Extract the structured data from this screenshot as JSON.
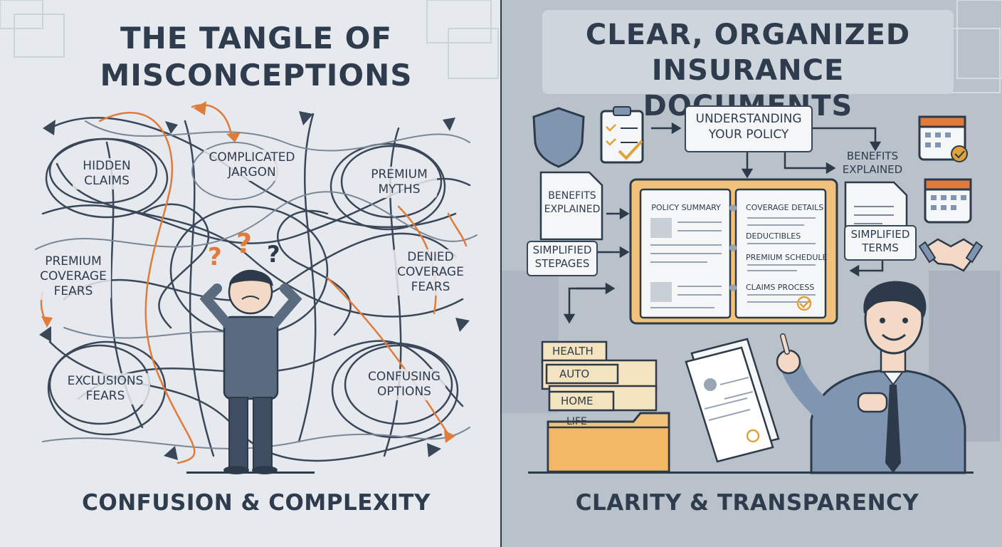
{
  "left_panel": {
    "title_line1": "THE TANGLE OF",
    "title_line2": "MISCONCEPTIONS",
    "labels": {
      "hidden_claims": [
        "HIDDEN",
        "CLAIMS"
      ],
      "complicated_jargon": [
        "COMPLICATED",
        "JARGON"
      ],
      "premium_myths": [
        "PREMIUM",
        "MYTHS"
      ],
      "premium_coverage_fears": [
        "PREMIUM",
        "COVERAGE",
        "FEARS"
      ],
      "denied_coverage_fears": [
        "DENIED",
        "COVERAGE",
        "FEARS"
      ],
      "exclusions_fears": [
        "EXCLUSIONS",
        "FEARS"
      ],
      "confusing_options": [
        "CONFUSING",
        "OPTIONS"
      ]
    },
    "caption": "CONFUSION & COMPLEXITY"
  },
  "right_panel": {
    "title_line1": "CLEAR, ORGANIZED",
    "title_line2": "INSURANCE DOCUMENTS",
    "understanding": [
      "UNDERSTANDING",
      "YOUR POLICY"
    ],
    "benefits_top": [
      "BENEFITS",
      "EXPLAINED"
    ],
    "benefits_left": [
      "BENEFITS",
      "EXPLAINED"
    ],
    "simplified_left": [
      "SIMPLIFIED",
      "STEPAGES"
    ],
    "simplified_right": [
      "SIMPLIFIED",
      "TERMS"
    ],
    "binder_left_heading": "POLICY SUMMARY",
    "binder_right_items": [
      "COVERAGE DETAILS",
      "DEDUCTIBLES",
      "PREMIUM SCHEDULE",
      "CLAIMS PROCESS"
    ],
    "folder_tabs": [
      "HEALTH",
      "AUTO",
      "HOME",
      "LIFE"
    ],
    "caption": "CLARITY & TRANSPARENCY"
  },
  "colors": {
    "ink": "#2e3c4e",
    "accent": "#e07b39",
    "folder": "#f2c27a"
  }
}
